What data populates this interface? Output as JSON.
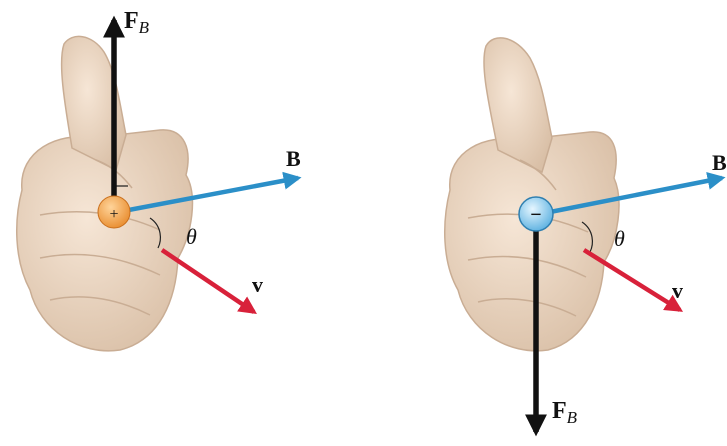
{
  "panels": [
    {
      "charge": {
        "symbol": "+",
        "color": "#f2a24a"
      },
      "labels": {
        "force": "F",
        "force_sub": "B",
        "field": "B",
        "velocity": "v",
        "angle": "θ"
      }
    },
    {
      "charge": {
        "symbol": "−",
        "color": "#7fc4ec"
      },
      "labels": {
        "force": "F",
        "force_sub": "B",
        "field": "B",
        "velocity": "v",
        "angle": "θ"
      }
    }
  ],
  "colors": {
    "force_arrow": "#111111",
    "field_arrow": "#2b8fc8",
    "velocity_arrow": "#d8213a",
    "skin": "#f0dcc8"
  }
}
